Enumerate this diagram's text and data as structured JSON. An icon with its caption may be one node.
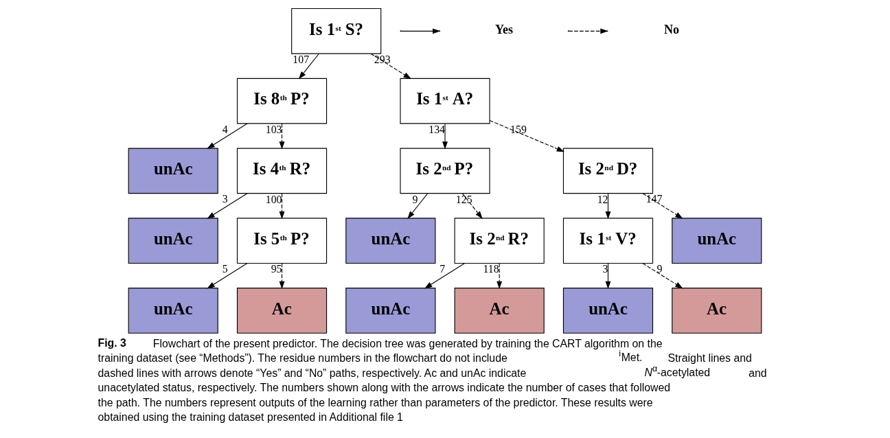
{
  "diagram": {
    "caption": "**Fig. 3** Flowchart of the present predictor. The decision tree was generated by training the CART algorithm on the training dataset (see “Methods”). The residue numbers in the flowchart do not include $^{i}$Met. Straight lines and dashed lines with arrows denote “Yes” and “No” paths, respectively. Ac and unAc indicate *N*$^{α}$-acetylated and unacetylated status, respectively. The numbers shown along with the arrows indicate the number of cases that followed the path. The numbers represent outputs of the learning rather than parameters of the predictor. These results were obtained using the training dataset presented in Additional file 1",
    "nodes": [
      {
        "text": [
          "Is 1$^{st}$ S?"
        ]
      },
      {
        "text": [
          "Is 8$^{th}$ P?"
        ]
      },
      {
        "text": [
          "Is 1$^{st}$ A?"
        ]
      },
      {
        "text": [
          "unAc"
        ]
      },
      {
        "text": [
          "Is 4$^{th}$ R?"
        ]
      },
      {
        "text": [
          "Is 2$^{nd}$ P?"
        ]
      },
      {
        "text": [
          "Is 2$^{nd}$ D?"
        ]
      },
      {
        "text": [
          "unAc"
        ]
      },
      {
        "text": [
          "Is 5$^{th}$ P?"
        ]
      },
      {
        "text": [
          "unAc"
        ]
      },
      {
        "text": [
          "Is 2$^{nd}$ R?"
        ]
      },
      {
        "text": [
          "Is 1$^{st}$ V?"
        ]
      },
      {
        "text": [
          "unAc"
        ]
      },
      {
        "text": [
          "unAc"
        ]
      },
      {
        "text": [
          "Ac"
        ]
      },
      {
        "text": [
          "unAc"
        ]
      },
      {
        "text": [
          "Ac"
        ]
      },
      {
        "text": [
          "unAc"
        ]
      },
      {
        "text": [
          "Ac"
        ]
      }
    ],
    "edges": [
      {
        "from": 0,
        "to": 1,
        "arrow": "to",
        "label": "107"
      },
      {
        "from": 0,
        "to": 2,
        "arrow": "to",
        "label": "293",
        "style": "dashed"
      },
      {
        "from": 1,
        "to": 3,
        "arrow": "to",
        "label": "4"
      },
      {
        "from": 1,
        "to": 4,
        "arrow": "to",
        "label": "103",
        "style": "dashed"
      },
      {
        "from": 2,
        "to": 5,
        "arrow": "to",
        "label": "134"
      },
      {
        "from": 2,
        "to": 6,
        "arrow": "to",
        "label": "159",
        "style": "dashed"
      },
      {
        "from": 4,
        "to": 7,
        "arrow": "to",
        "label": "3"
      },
      {
        "from": 4,
        "to": 8,
        "arrow": "to",
        "label": "100",
        "style": "dashed"
      },
      {
        "from": 5,
        "to": 9,
        "arrow": "to",
        "label": "9"
      },
      {
        "from": 5,
        "to": 10,
        "arrow": "to",
        "label": "125",
        "style": "dashed"
      },
      {
        "from": 6,
        "to": 11,
        "arrow": "to",
        "label": "12"
      },
      {
        "from": 6,
        "to": 12,
        "arrow": "to",
        "label": "147",
        "style": "dashed"
      },
      {
        "from": 8,
        "to": 13,
        "arrow": "to",
        "label": "5"
      },
      {
        "from": 8,
        "to": 14,
        "arrow": "to",
        "label": "95",
        "style": "dashed"
      },
      {
        "from": 10,
        "to": 15,
        "arrow": "to",
        "label": "7"
      },
      {
        "from": 10,
        "to": 16,
        "arrow": "to",
        "label": "118",
        "style": "dashed"
      },
      {
        "from": 11,
        "to": 17,
        "arrow": "to",
        "label": "3"
      },
      {
        "from": 11,
        "to": 18,
        "arrow": "to",
        "label": "9",
        "style": "dashed"
      }
    ],
    "legend": [
      {
        "text": "Yes"
      },
      {
        "text": "No"
      }
    ]
  }
}
